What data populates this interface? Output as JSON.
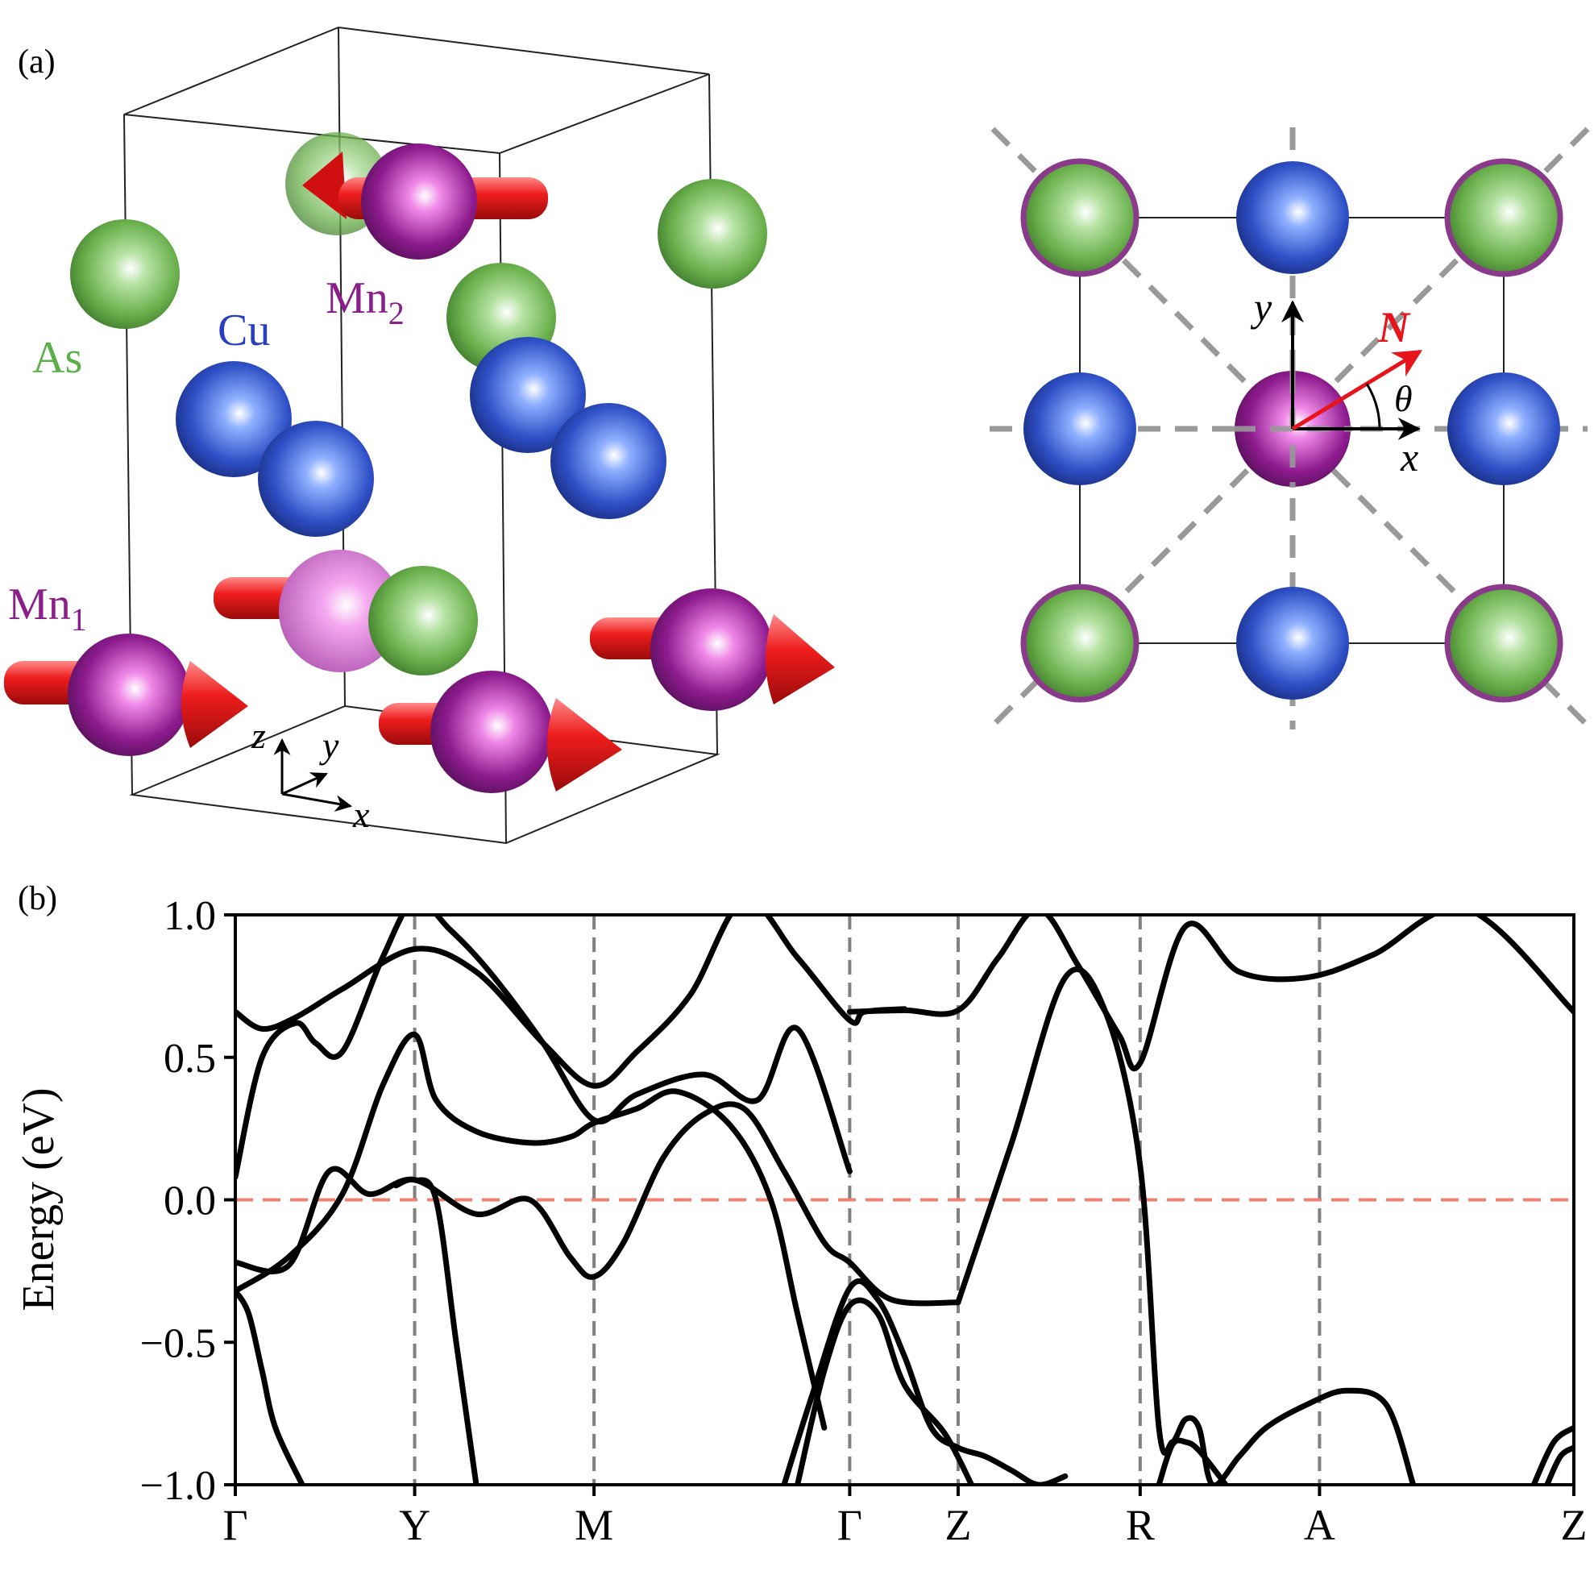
{
  "panels": {
    "a": {
      "label": "(a)",
      "atom_labels": {
        "as": "As",
        "cu": "Cu",
        "mn1_base": "Mn",
        "mn1_sub": "1",
        "mn2_base": "Mn",
        "mn2_sub": "2"
      },
      "axes3d": {
        "x": "x",
        "y": "y",
        "z": "z"
      },
      "topview": {
        "axis_x": "x",
        "axis_y": "y",
        "vector_label": "N",
        "angle_label": "θ"
      },
      "colors": {
        "as": "#6ab04c",
        "cu": "#2e4fc6",
        "mn": "#8e1b8e",
        "moment_arrow": "#e8141c",
        "label_as": "#5aaf48",
        "label_cu": "#2a3fc0",
        "label_mn": "#8a1f8a"
      }
    },
    "b": {
      "label": "(b)"
    }
  },
  "chart_data": {
    "type": "line",
    "ylabel": "Energy (eV)",
    "ylim": [
      -1.0,
      1.0
    ],
    "yticks": [
      1.0,
      0.5,
      0.0,
      -0.5,
      -1.0
    ],
    "ytick_labels": [
      "1.0",
      "0.5",
      "0.0",
      "−0.5",
      "−1.0"
    ],
    "kpath_labels": [
      "Γ",
      "Y",
      "M",
      "Γ",
      "Z",
      "R",
      "A",
      "Z"
    ],
    "kpath_positions": [
      0,
      0.134,
      0.268,
      0.459,
      0.54,
      0.676,
      0.81,
      1.0
    ],
    "fermi_level": 0.0,
    "fermi_color": "#f08070",
    "band_color": "#000000",
    "bands": [
      {
        "x": [
          0,
          0.02,
          0.045,
          0.08,
          0.134,
          0.18,
          0.23,
          0.268,
          0.3,
          0.34,
          0.38,
          0.42,
          0.459,
          0.47,
          0.5
        ],
        "y": [
          0.66,
          0.6,
          0.64,
          0.74,
          0.88,
          0.8,
          0.55,
          0.4,
          0.52,
          0.72,
          1.05,
          0.85,
          0.63,
          0.66,
          0.67
        ]
      },
      {
        "x": [
          0.459,
          0.5,
          0.54,
          0.57,
          0.6,
          0.63,
          0.66,
          0.676,
          0.71,
          0.75,
          0.8,
          0.85,
          0.92,
          1.0
        ],
        "y": [
          0.66,
          0.665,
          0.665,
          0.85,
          1.02,
          0.82,
          0.58,
          0.48,
          0.96,
          0.8,
          0.78,
          0.86,
          1.02,
          0.66
        ]
      },
      {
        "x": [
          0,
          0.02,
          0.045,
          0.06,
          0.08,
          0.11,
          0.134,
          0.16,
          0.19,
          0.23,
          0.268,
          0.3,
          0.35,
          0.39,
          0.42,
          0.459
        ],
        "y": [
          0.08,
          0.5,
          0.62,
          0.55,
          0.52,
          0.85,
          1.05,
          0.95,
          0.8,
          0.55,
          0.28,
          0.37,
          0.44,
          0.35,
          0.6,
          0.1
        ]
      },
      {
        "x": [
          0,
          0.04,
          0.08,
          0.11,
          0.134,
          0.15,
          0.18,
          0.22,
          0.25,
          0.268,
          0.3,
          0.33,
          0.37,
          0.4,
          0.42,
          0.44
        ],
        "y": [
          -0.32,
          -0.2,
          0.02,
          0.4,
          0.58,
          0.35,
          0.24,
          0.2,
          0.22,
          0.27,
          0.32,
          0.38,
          0.26,
          0.0,
          -0.4,
          -0.8
        ]
      },
      {
        "x": [
          0,
          0.04,
          0.07,
          0.1,
          0.134,
          0.18,
          0.22,
          0.25,
          0.268,
          0.29,
          0.32,
          0.35,
          0.38,
          0.41,
          0.44,
          0.459,
          0.49,
          0.54
        ],
        "y": [
          -0.22,
          -0.23,
          0.1,
          0.02,
          0.07,
          -0.05,
          0.0,
          -0.2,
          -0.27,
          -0.15,
          0.15,
          0.3,
          0.32,
          0.1,
          -0.15,
          -0.22,
          -0.35,
          -0.36
        ]
      },
      {
        "x": [
          0.54,
          0.58,
          0.62,
          0.65,
          0.676,
          0.69,
          0.7,
          0.71,
          0.72,
          0.73,
          0.75,
          0.77,
          0.8,
          0.83,
          0.86,
          0.88
        ],
        "y": [
          -0.36,
          0.2,
          0.78,
          0.66,
          0.12,
          -0.8,
          -0.85,
          -0.77,
          -0.8,
          -1.0,
          -0.9,
          -0.8,
          -0.72,
          -0.67,
          -0.72,
          -1.0
        ]
      },
      {
        "x": [
          0,
          0.01,
          0.02,
          0.03,
          0.05
        ],
        "y": [
          -0.32,
          -0.4,
          -0.6,
          -0.8,
          -1.0
        ]
      },
      {
        "x": [
          0.12,
          0.134,
          0.15,
          0.165,
          0.18
        ],
        "y": [
          0.05,
          0.07,
          0.0,
          -0.5,
          -1.0
        ]
      },
      {
        "x": [
          0.41,
          0.43,
          0.459,
          0.48,
          0.5,
          0.52,
          0.54,
          0.56,
          0.58,
          0.6,
          0.62
        ],
        "y": [
          -1.0,
          -0.7,
          -0.31,
          -0.35,
          -0.55,
          -0.8,
          -0.87,
          -0.9,
          -0.95,
          -1.0,
          -0.97
        ]
      },
      {
        "x": [
          0.42,
          0.44,
          0.459,
          0.48,
          0.5,
          0.53,
          0.55
        ],
        "y": [
          -1.0,
          -0.6,
          -0.37,
          -0.4,
          -0.65,
          -0.82,
          -1.0
        ]
      },
      {
        "x": [
          0.69,
          0.7,
          0.71,
          0.72,
          0.74
        ],
        "y": [
          -1.0,
          -0.86,
          -0.85,
          -0.88,
          -1.0
        ]
      },
      {
        "x": [
          0.97,
          0.985,
          1.0
        ],
        "y": [
          -1.0,
          -0.85,
          -0.8
        ]
      },
      {
        "x": [
          0.98,
          0.99,
          1.0
        ],
        "y": [
          -1.0,
          -0.9,
          -0.87
        ]
      }
    ]
  }
}
